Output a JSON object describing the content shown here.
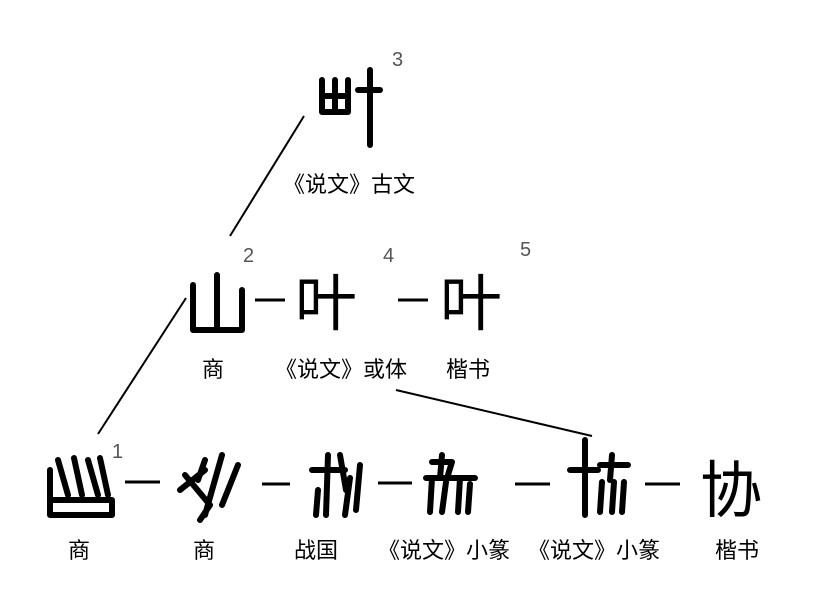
{
  "top": {
    "number": "3",
    "label": "《说文》古文"
  },
  "middle": [
    {
      "number": "2",
      "label": "商"
    },
    {
      "number": "4",
      "label": "《说文》或体",
      "glyph": "叶"
    },
    {
      "number": "5",
      "label": "楷书",
      "glyph": "叶"
    }
  ],
  "bottom": [
    {
      "number": "1",
      "label": "商"
    },
    {
      "label": "商"
    },
    {
      "label": "战国"
    },
    {
      "label": "《说文》小篆"
    },
    {
      "label": "《说文》小篆"
    },
    {
      "label": "楷书",
      "glyph": "协"
    }
  ]
}
